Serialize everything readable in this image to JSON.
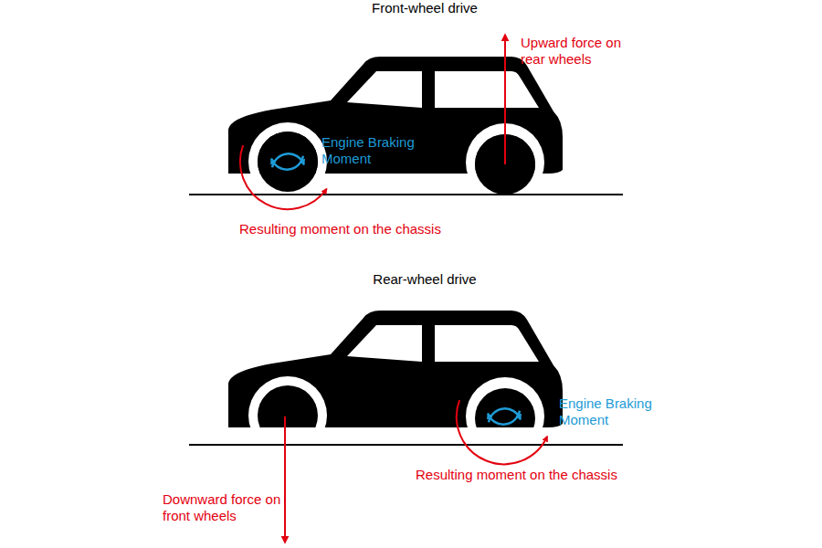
{
  "diagram": {
    "labels": [
      "Front-wheel drive",
      "Upward force on rear wheels",
      "Engine Braking Moment",
      "Resulting moment on the chassis",
      "Rear-wheel drive",
      "Engine Braking Moment",
      "Resulting moment on the chassis",
      "Downward force on front wheels"
    ]
  }
}
